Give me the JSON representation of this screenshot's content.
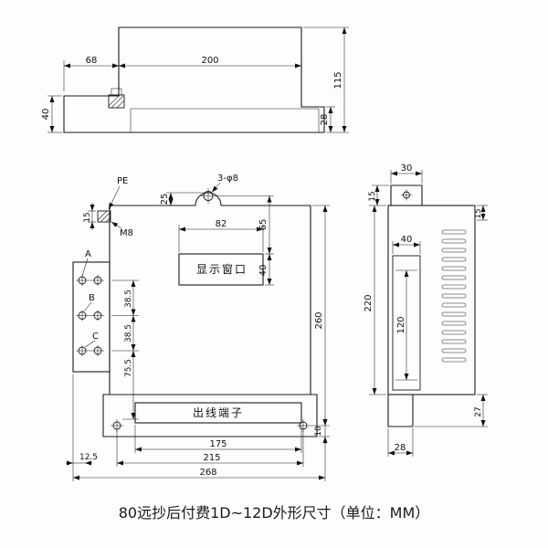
{
  "caption": "80远抄后付费1D~12D外形尺寸（单位：MM）",
  "top_view": {
    "d68": "68",
    "d200": "200",
    "d115": "115",
    "d40": "40",
    "d28": "28"
  },
  "front_view": {
    "pe_label": "PE",
    "hole_label": "3-φ8",
    "m8_label": "M8",
    "d25": "25",
    "d15": "15",
    "d82": "82",
    "d65": "65",
    "d40": "40",
    "display_window": "显示窗口",
    "terminal_a": "A",
    "terminal_b": "B",
    "terminal_c": "C",
    "d38_5_1": "38.5",
    "d38_5_2": "38.5",
    "d75_5": "75.5",
    "d260": "260",
    "d10": "10",
    "outlet_terminal": "出线端子",
    "d175": "175",
    "d215": "215",
    "d12_5": "12.5",
    "d268": "268"
  },
  "side_view": {
    "d30": "30",
    "d15_left": "15",
    "d15_right": "15",
    "d40": "40",
    "d120": "120",
    "d220": "220",
    "d27": "27",
    "d28": "28"
  }
}
